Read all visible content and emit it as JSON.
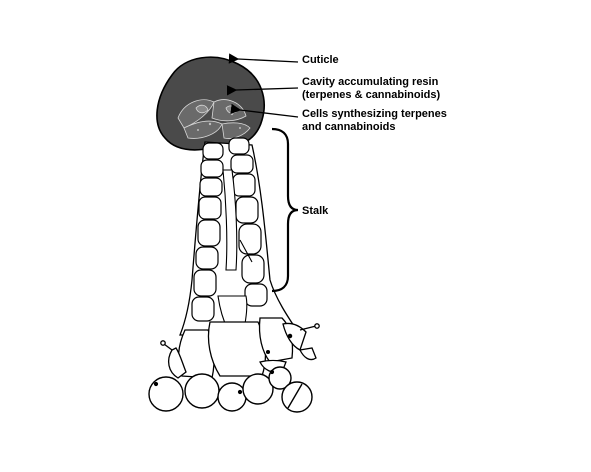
{
  "labels": {
    "cuticle": "Cuticle",
    "cavity_line1": "Cavity accumulating resin",
    "cavity_line2": "(terpenes & cannabinoids)",
    "cells_line1": "Cells synthesizing terpenes",
    "cells_line2": "and cannabinoids",
    "stalk": "Stalk"
  },
  "colors": {
    "head_fill": "#4a4a4a",
    "ink": "#000000",
    "background": "#ffffff"
  }
}
